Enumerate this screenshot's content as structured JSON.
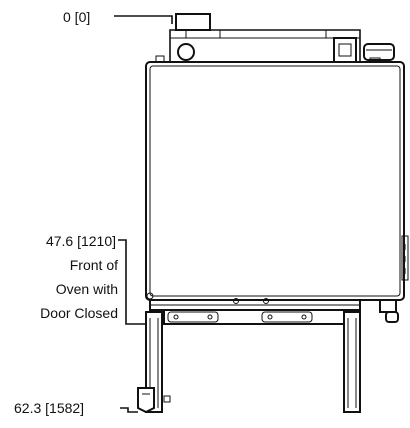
{
  "labels": {
    "top_dimension": "0 [0]",
    "front_dimension": "47.6 [1210]",
    "front_note_line1": "Front of",
    "front_note_line2": "Oven with",
    "front_note_line3": "Door Closed",
    "bottom_dimension": "62.3 [1582]"
  }
}
